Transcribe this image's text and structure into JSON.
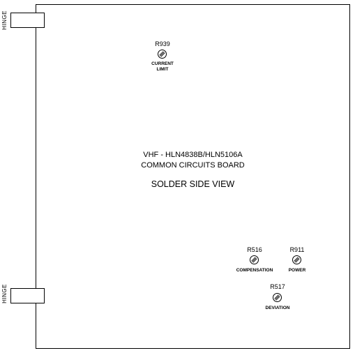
{
  "board": {
    "title_line1": "VHF - HLN4838B/HLN5106A",
    "title_line2": "COMMON CIRCUITS BOARD",
    "view_label": "SOLDER SIDE VIEW"
  },
  "hinges": [
    {
      "label": "HINGE"
    },
    {
      "label": "HINGE"
    }
  ],
  "pots": [
    {
      "ref": "R939",
      "caption_line1": "CURRENT",
      "caption_line2": "LIMIT"
    },
    {
      "ref": "R516",
      "caption_line1": "COMPENSATION",
      "caption_line2": ""
    },
    {
      "ref": "R911",
      "caption_line1": "POWER",
      "caption_line2": ""
    },
    {
      "ref": "R517",
      "caption_line1": "DEVIATION",
      "caption_line2": ""
    }
  ]
}
